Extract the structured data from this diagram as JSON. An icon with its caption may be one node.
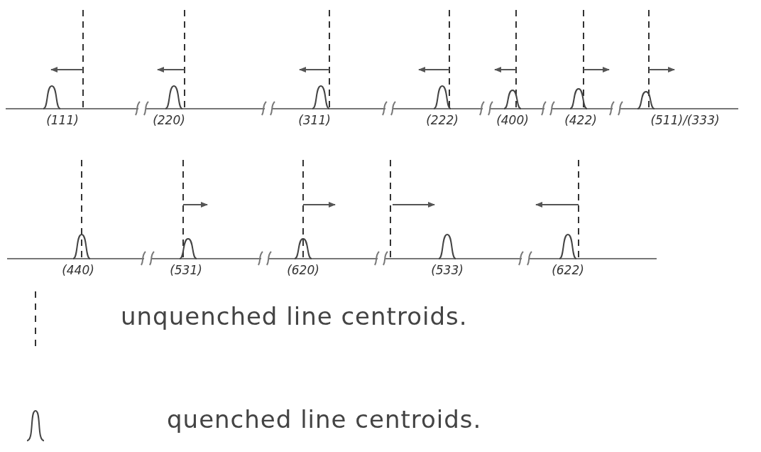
{
  "diagram": {
    "labels": [
      "(111)",
      "(220)",
      "(311)",
      "(222)",
      "(400)",
      "(422)",
      "(511)/(333)",
      "(440)",
      "(531)",
      "(620)",
      "(533)",
      "(622)"
    ],
    "legend": [
      {
        "text": "unquenched line centroids."
      },
      {
        "text": "quenched line centroids."
      }
    ]
  }
}
